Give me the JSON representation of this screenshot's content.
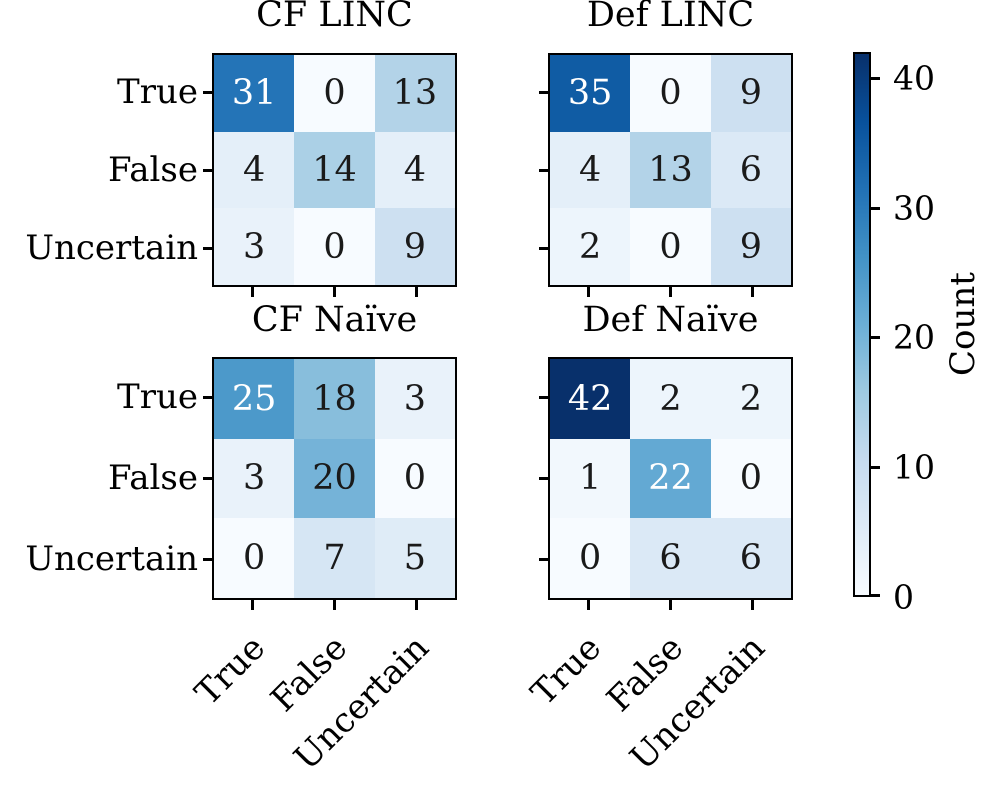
{
  "chart_data": {
    "type": "heatmap",
    "layout": "2x2 grid of confusion matrices with shared colorbar",
    "colormap": "Blues",
    "vmin": 0,
    "vmax": 42,
    "x_categories": [
      "True",
      "False",
      "Uncertain"
    ],
    "y_categories": [
      "True",
      "False",
      "Uncertain"
    ],
    "subplots": [
      {
        "title": "CF LINC",
        "rows": [
          [
            31,
            0,
            13
          ],
          [
            4,
            14,
            4
          ],
          [
            3,
            0,
            9
          ]
        ]
      },
      {
        "title": "Def LINC",
        "rows": [
          [
            35,
            0,
            9
          ],
          [
            4,
            13,
            6
          ],
          [
            2,
            0,
            9
          ]
        ]
      },
      {
        "title": "CF Naïve",
        "rows": [
          [
            25,
            18,
            3
          ],
          [
            3,
            20,
            0
          ],
          [
            0,
            7,
            5
          ]
        ]
      },
      {
        "title": "Def Naïve",
        "rows": [
          [
            42,
            2,
            2
          ],
          [
            1,
            22,
            0
          ],
          [
            0,
            6,
            6
          ]
        ]
      }
    ],
    "colorbar": {
      "label": "Count",
      "ticks": [
        0,
        10,
        20,
        30,
        40
      ],
      "range": [
        0,
        42
      ]
    }
  },
  "colors": {
    "background": "#ffffff",
    "frame": "#000000",
    "text": "#000000",
    "annot_dark": "#1a1a1a",
    "annot_light": "#ffffff",
    "blues_anchors": [
      "#f7fbff",
      "#deebf7",
      "#c6dbef",
      "#9ecae1",
      "#6baed6",
      "#4292c6",
      "#2171b5",
      "#08519c",
      "#08306b"
    ]
  }
}
